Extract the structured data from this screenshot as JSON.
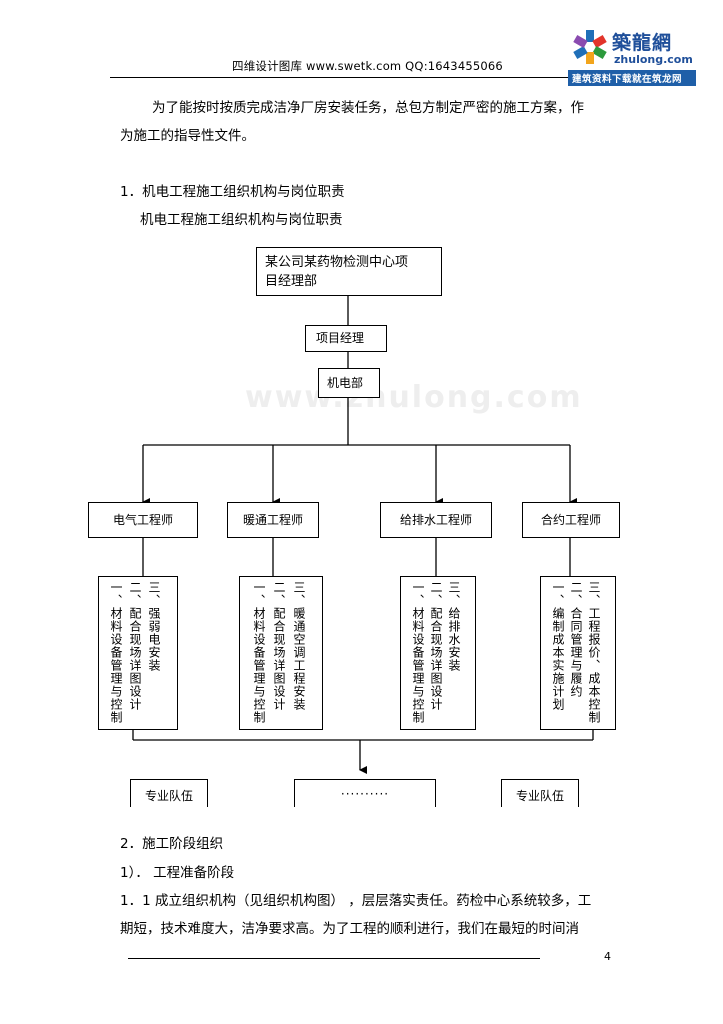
{
  "header": {
    "text": "四维设计图库    www.swetk.com QQ:1643455066",
    "logo": {
      "cn": "築龍網",
      "en": "zhulong.com",
      "slogan": "建筑资料下载就在筑龙网"
    }
  },
  "watermark": "www.zhulong.com",
  "paragraphs": {
    "intro_line1": "为了能按时按质完成洁净厂房安装任务，总包方制定严密的施工方案，作",
    "intro_line2": "为施工的指导性文件。",
    "section1_heading": "1．机电工程施工组织机构与岗位职责",
    "section1_sub": "机电工程施工组织机构与岗位职责",
    "section2_heading": "2．施工阶段组织",
    "stage1": "1）．  工程准备阶段",
    "item11_line1": "1．1  成立组织机构（见组织机构图）  ，层层落实责任。药检中心系统较多，工",
    "item11_line2": "期短，技术难度大，洁净要求高。为了工程的顺利进行，我们在最短的时间消"
  },
  "org_chart": {
    "top": {
      "line1": "某公司某药物检测中心项",
      "line2": "目经理部"
    },
    "manager": "项目经理",
    "dept": "机电部",
    "engineers": [
      "电气工程师",
      "暖通工程师",
      "给排水工程师",
      "合约工程师"
    ],
    "duties": [
      [
        "一、材料设备管理与控制",
        "二、配合现场详图设计",
        "三、强弱电安装"
      ],
      [
        "一、材料设备管理与控制",
        "二、配合现场详图设计",
        "三、暖通空调工程安装"
      ],
      [
        "一、材料设备管理与控制",
        "二、配合现场详图设计",
        "三、给排水安装"
      ],
      [
        "一、编制成本实施计划",
        "二、合同管理与履约",
        "三、工程报价、成本控制"
      ]
    ],
    "teams": {
      "left": "专业队伍",
      "middle": "··········",
      "right": "专业队伍"
    }
  },
  "footer": {
    "page_number": "4"
  }
}
